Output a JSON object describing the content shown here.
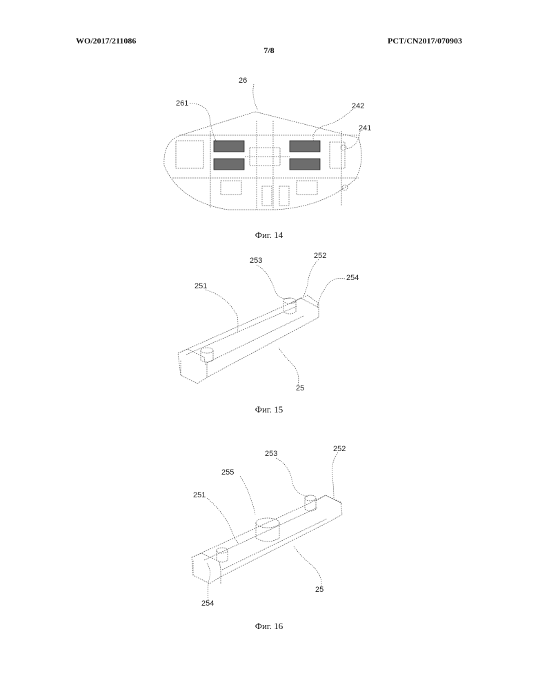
{
  "header": {
    "left": "WO/2017/211086",
    "right": "PCT/CN2017/070903",
    "page": "7/8"
  },
  "figures": [
    {
      "caption": "Фиг. 14",
      "labels": [
        "26",
        "261",
        "242",
        "241"
      ]
    },
    {
      "caption": "Фиг. 15",
      "labels": [
        "253",
        "252",
        "254",
        "251",
        "25"
      ]
    },
    {
      "caption": "Фиг. 16",
      "labels": [
        "253",
        "252",
        "255",
        "251",
        "25",
        "254"
      ]
    }
  ]
}
